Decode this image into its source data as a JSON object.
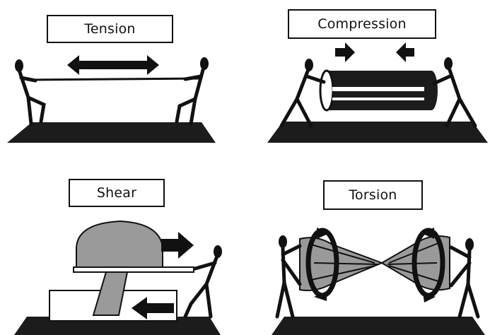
{
  "panels": [
    {
      "id": "tension",
      "label": "Tension"
    },
    {
      "id": "compression",
      "label": "Compression"
    },
    {
      "id": "shear",
      "label": "Shear"
    },
    {
      "id": "torsion",
      "label": "Torsion"
    }
  ],
  "colors": {
    "ground": "#1c1c1c",
    "ink": "#111111",
    "gray_fill": "#9a9a9a",
    "light_fill": "#ffffff"
  }
}
